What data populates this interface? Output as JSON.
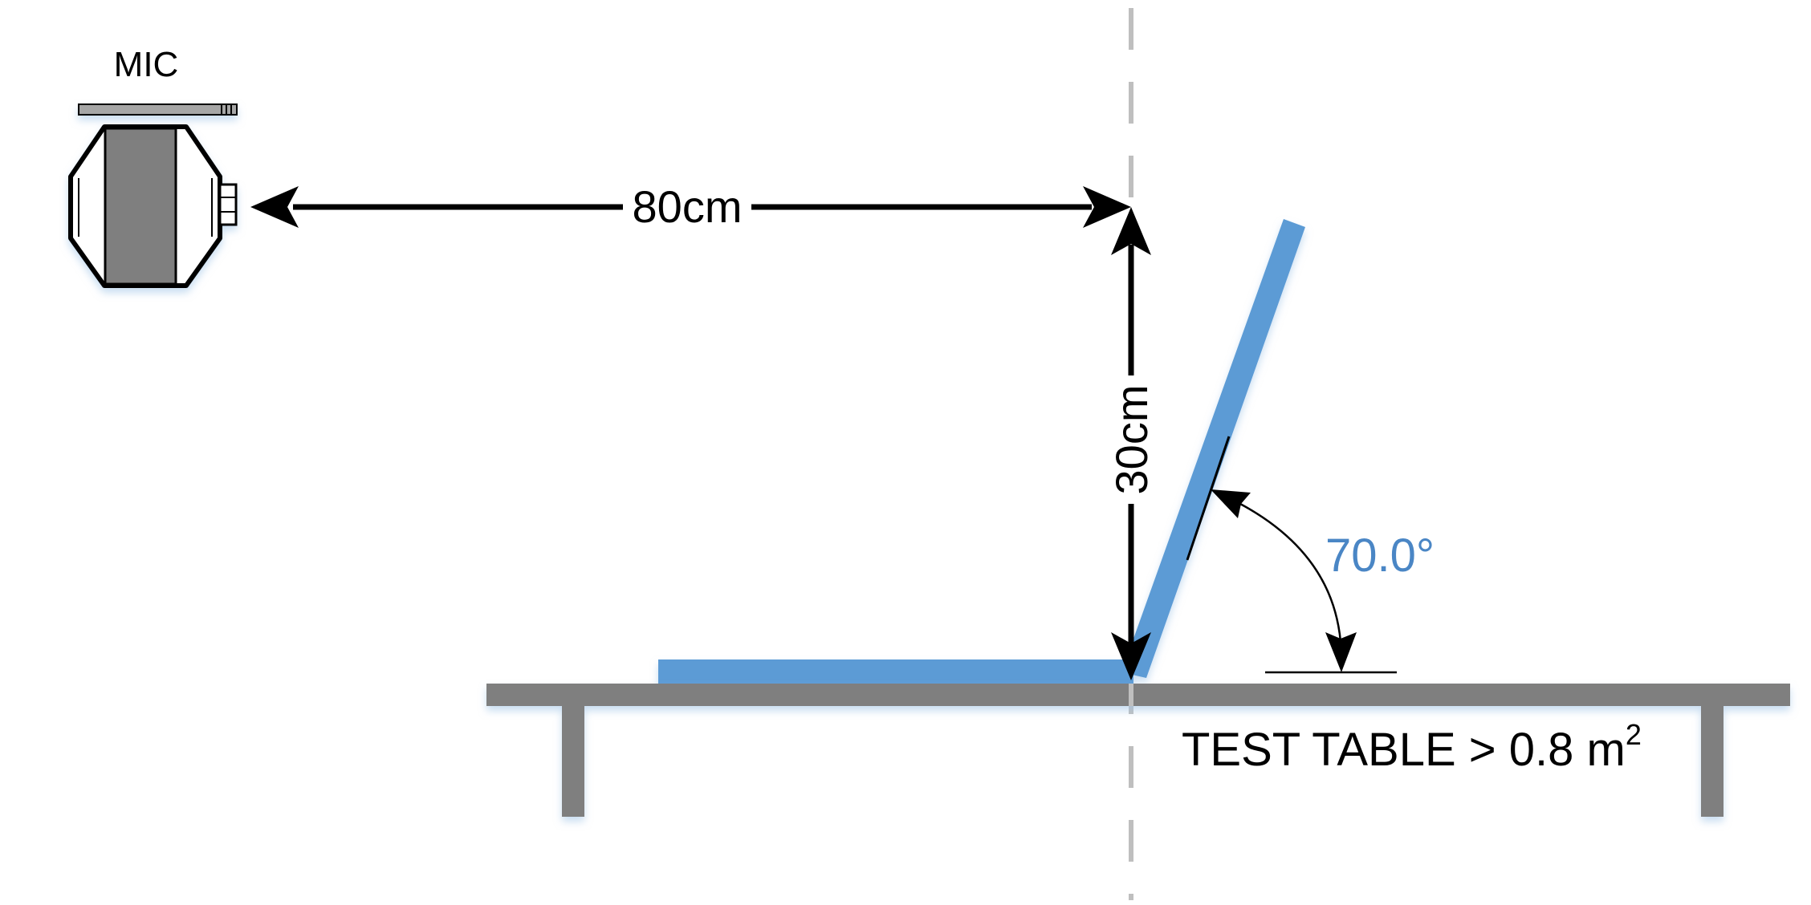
{
  "labels": {
    "mic": "MIC",
    "horizontal_distance": "80cm",
    "vertical_distance": "30cm",
    "angle": "70.0°",
    "table_prefix": "TEST TABLE > 0.8 m",
    "table_superscript": "2"
  },
  "colors": {
    "laptop": "#5B9BD5",
    "angle_text": "#4A86C5",
    "table": "#7F7F7F",
    "mic_body": "#7F7F7F",
    "mic_bar": "#A6A6A6",
    "arrow": "#000000",
    "centerline": "#BFBFBF"
  },
  "icons": [
    "microphone-icon"
  ]
}
